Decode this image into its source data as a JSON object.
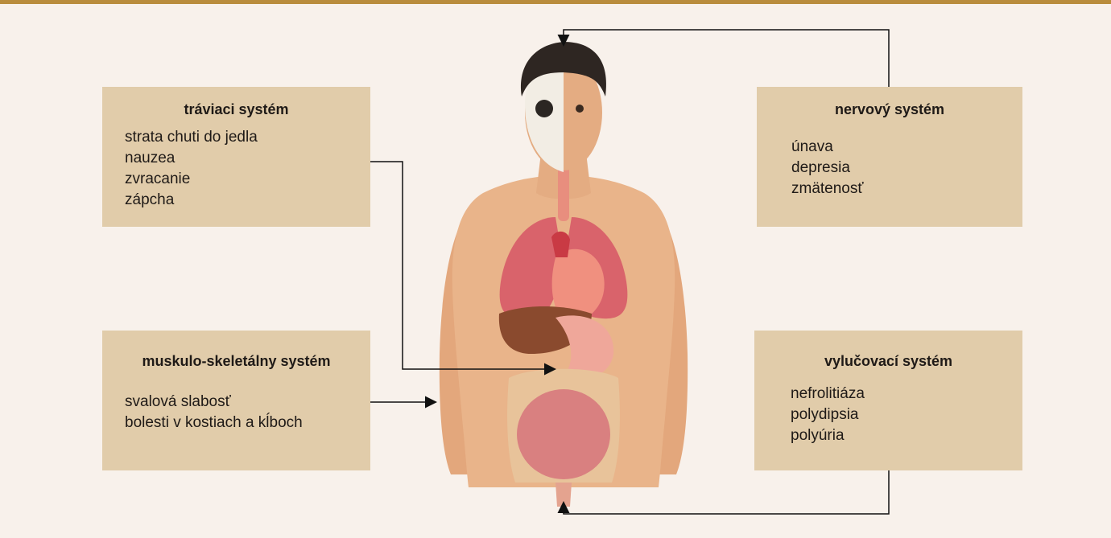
{
  "boxes": {
    "digestive": {
      "title": "tráviaci systém",
      "items": [
        "strata chuti do jedla",
        "nauzea",
        "zvracanie",
        "zápcha"
      ]
    },
    "nervous": {
      "title": "nervový systém",
      "items": [
        "únava",
        "depresia",
        "zmätenosť"
      ]
    },
    "musculo": {
      "title": "muskulo-skeletálny systém",
      "items": [
        "svalová slabosť",
        "bolesti v kostiach a kĺboch"
      ]
    },
    "excretory": {
      "title": "vylučovací systém",
      "items": [
        "nefrolitiáza",
        "polydipsia",
        "polyúria"
      ]
    }
  },
  "colors": {
    "background": "#f8f1eb",
    "box": "#e1ccaa",
    "accent_bar": "#b98c3c",
    "skin": "#e9b48a",
    "lungs": "#d9636b",
    "heart": "#f0907f",
    "liver": "#8a4a2e",
    "intestine": "#d98080"
  }
}
